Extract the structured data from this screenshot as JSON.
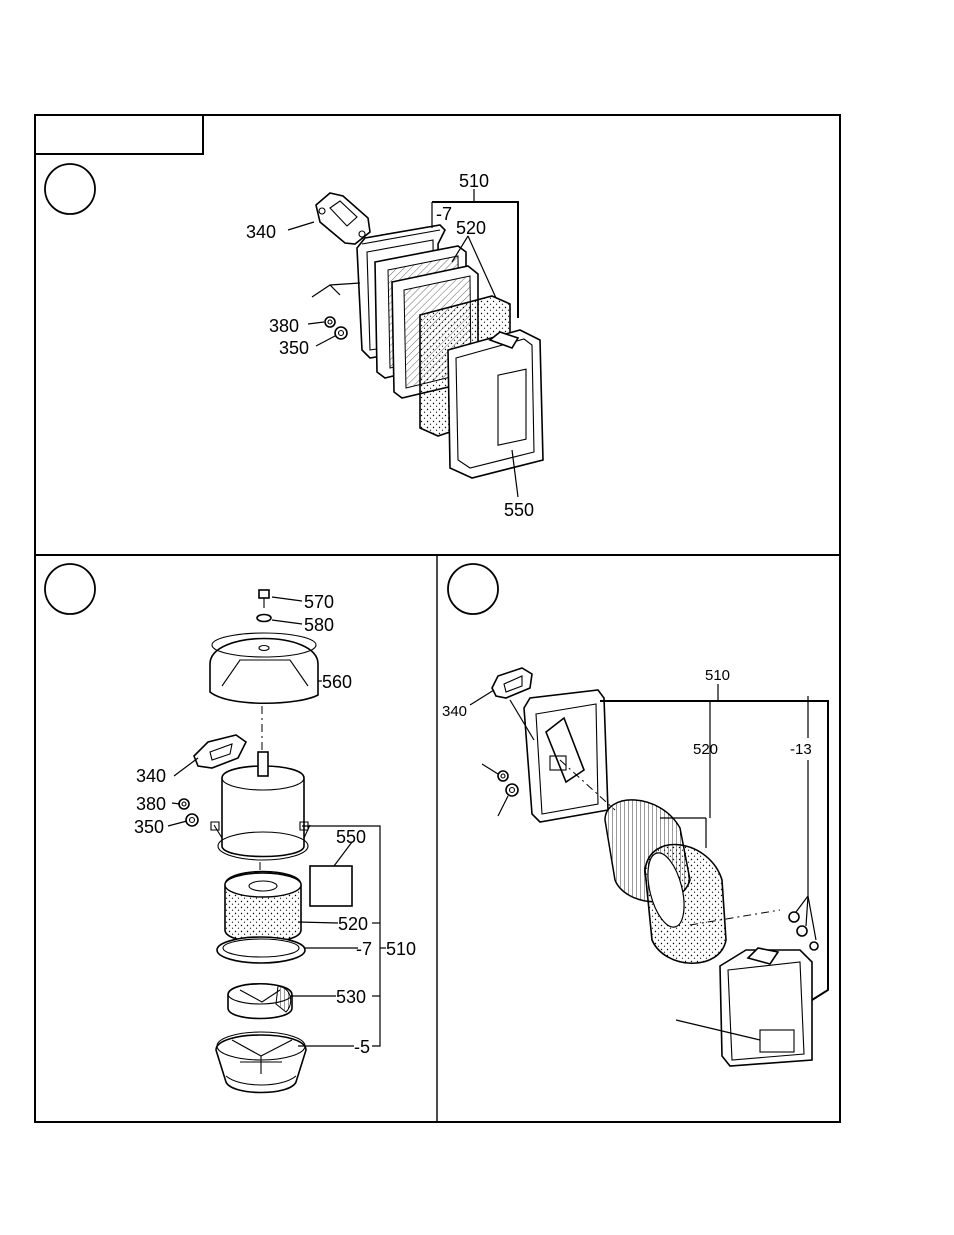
{
  "panel_top": {
    "labels": {
      "p340": "340",
      "p380": "380",
      "p350": "350",
      "p510": "510",
      "p7": "-7",
      "p520": "520",
      "p550": "550"
    }
  },
  "panel_bottom_left": {
    "labels": {
      "p570": "570",
      "p580": "580",
      "p560": "560",
      "p340": "340",
      "p380": "380",
      "p350": "350",
      "p550": "550",
      "p520": "520",
      "p7": "-7",
      "p510": "510",
      "p530": "530",
      "p5": "-5"
    }
  },
  "panel_bottom_right": {
    "labels": {
      "p340": "340",
      "p510": "510",
      "p520": "520",
      "p13": "-13"
    }
  }
}
